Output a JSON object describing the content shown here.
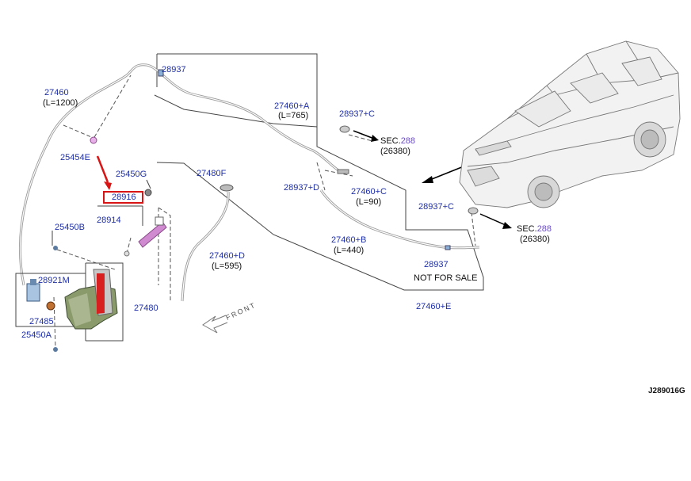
{
  "diagram": {
    "code": "J289016G",
    "front_label": "FRONT",
    "callouts": {
      "p27460": "27460",
      "p27460_len": "(L=1200)",
      "p28937_top": "28937",
      "p27460a": "27460+A",
      "p27460a_len": "(L=765)",
      "p28937c_1": "28937+C",
      "sec_1_prefix": "SEC.",
      "sec_1_num": "288",
      "sec_1_sub": "(26380)",
      "p25454e": "25454E",
      "p25450g": "25450G",
      "p27480f": "27480F",
      "p28916": "28916",
      "p28914": "28914",
      "p28937d": "28937+D",
      "p27460c": "27460+C",
      "p27460c_len": "(L=90)",
      "p28937c_2": "28937+C",
      "sec_2_prefix": "SEC.",
      "sec_2_num": "288",
      "sec_2_sub": "(26380)",
      "p25450b": "25450B",
      "p27460d": "27460+D",
      "p27460d_len": "(L=595)",
      "p27460b": "27460+B",
      "p27460b_len": "(L=440)",
      "p28937_bottom": "28937",
      "not_for_sale": "NOT FOR SALE",
      "p28921m": "28921M",
      "p27480": "27480",
      "p27485": "27485",
      "p25450a": "25450A",
      "p27460e": "27460+E"
    },
    "highlighted_part": "28916",
    "colors": {
      "part_number": "#1e2fa8",
      "highlight": "#d81414",
      "sec_number": "#6a4cc9",
      "tank": "#8a9a6a",
      "nozzle_pink": "#d08ad0"
    }
  }
}
